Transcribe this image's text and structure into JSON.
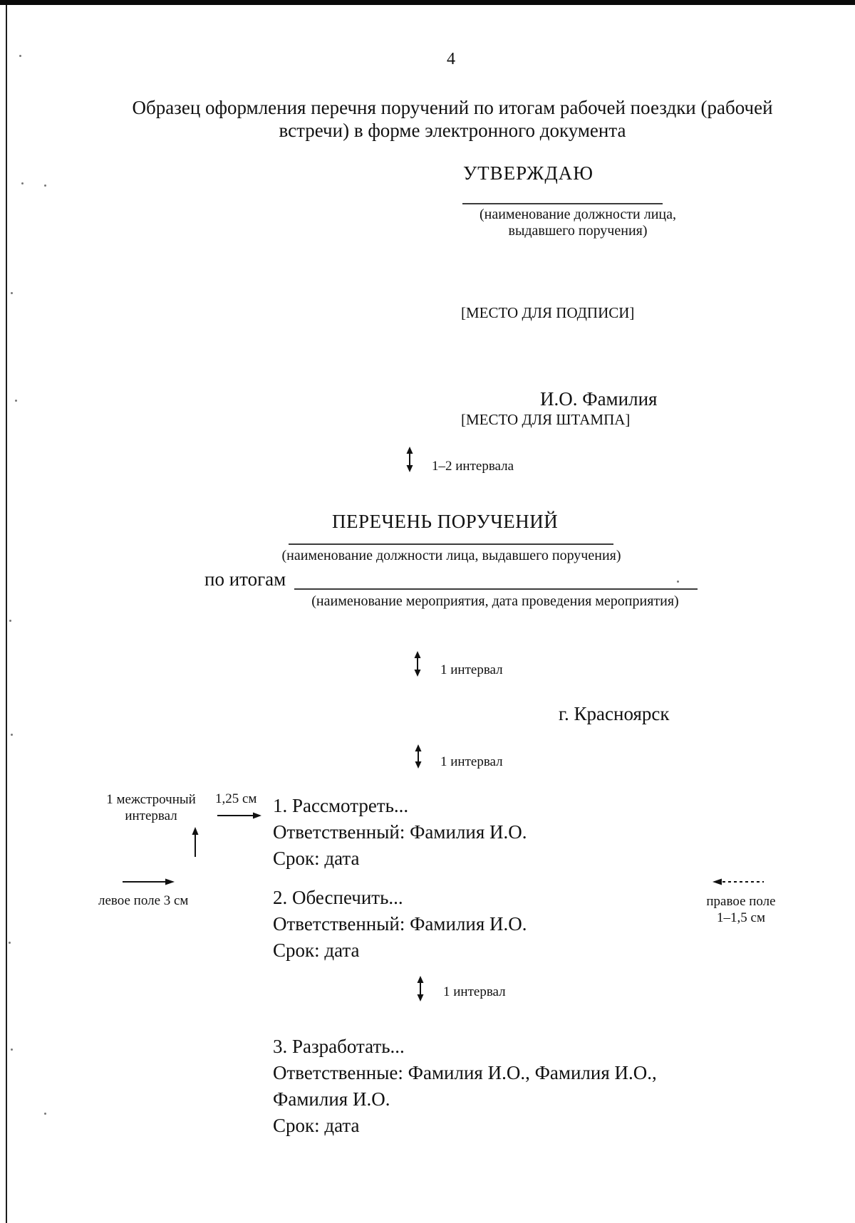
{
  "page": {
    "number": "4",
    "title_line1": "Образец оформления перечня поручений по итогам рабочей поездки (рабочей",
    "title_line2": "встречи) в форме электронного документа"
  },
  "approval": {
    "word": "УТВЕРЖДАЮ",
    "caption_line1": "(наименование должности лица,",
    "caption_line2": "выдавшего поручения)",
    "signature_placeholder": "[МЕСТО ДЛЯ ПОДПИСИ]",
    "name": "И.О. Фамилия",
    "stamp_placeholder": "[МЕСТО ДЛЯ ШТАМПА]"
  },
  "list": {
    "heading": "ПЕРЕЧЕНЬ ПОРУЧЕНИЙ",
    "heading_caption": "(наименование должности лица, выдавшего поручения)",
    "po_itogam": "по итогам",
    "event_caption": "(наименование мероприятия, дата проведения мероприятия)",
    "city": "г. Красноярск",
    "items": [
      [
        "1. Рассмотреть...",
        "Ответственный: Фамилия И.О.",
        "Срок: дата"
      ],
      [
        "2. Обеспечить...",
        "Ответственный: Фамилия И.О.",
        "Срок: дата"
      ],
      [
        "3. Разработать...",
        "Ответственные: Фамилия И.О., Фамилия И.О.,",
        "Фамилия И.О.",
        "Срок: дата"
      ]
    ]
  },
  "annotations": {
    "interval_1_2": "1–2 интервала",
    "interval_1": "1 интервал",
    "line_spacing_l1": "1 межстрочный",
    "line_spacing_l2": "интервал",
    "indent": "1,25 см",
    "left_margin": "левое поле 3 см",
    "right_margin_l1": "правое поле",
    "right_margin_l2": "1–1,5 см"
  },
  "colors": {
    "ink": "#111111",
    "scan_edge": "#0a0a0a",
    "rule_line": "#3c3c3c"
  }
}
